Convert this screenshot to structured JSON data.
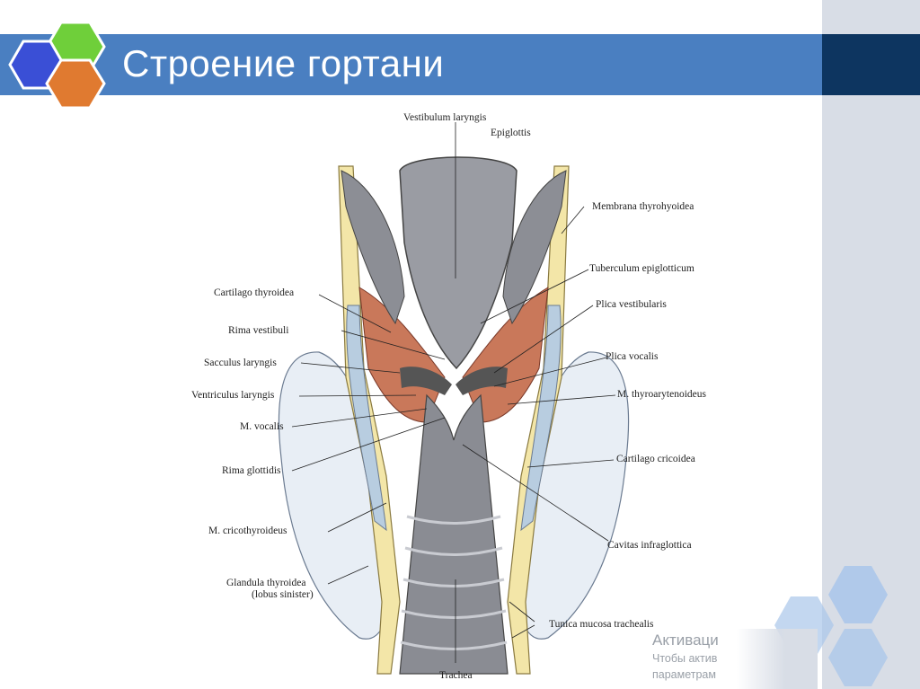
{
  "slide": {
    "title": "Строение гортани",
    "colors": {
      "title_band": "#4a7fc1",
      "title_dark_block": "#0d3560",
      "side_panel": "#d8dde6",
      "hex_blue": "#3a4fd6",
      "hex_green": "#6fcf3a",
      "hex_orange": "#e07a30",
      "hex_light_blue": "#a9c6ea"
    },
    "logo_icon": "hexagon-cluster-icon"
  },
  "figure": {
    "labels": {
      "vestibulum_laryngis": "Vestibulum laryngis",
      "epiglottis": "Epiglottis",
      "membrana_thyrohyoidea": "Membrana thyrohyoidea",
      "tuberculum_epiglotticum": "Tuberculum epiglotticum",
      "cartilago_thyroidea": "Cartilago thyroidea",
      "plica_vestibularis": "Plica vestibularis",
      "rima_vestibuli": "Rima vestibuli",
      "plica_vocalis": "Plica vocalis",
      "sacculus_laryngis": "Sacculus laryngis",
      "ventriculus_laryngis": "Ventriculus laryngis",
      "m_thyroarytenoideus": "M. thyroarytenoideus",
      "m_vocalis": "M. vocalis",
      "rima_glottidis": "Rima glottidis",
      "cartilago_cricoidea": "Cartilago cricoidea",
      "m_cricothyroideus": "M. cricothyroideus",
      "cavitas_infraglottica": "Cavitas infraglottica",
      "glandula_thyroidea": "Glandula thyroidea",
      "lobus_sinister": "(lobus sinister)",
      "tunica_mucosa_trachealis": "Tunica mucosa trachealis",
      "trachea": "Trachea"
    }
  },
  "watermark": {
    "line1": "Активаци",
    "line2": "Чтобы актив",
    "line3": "параметрам"
  }
}
